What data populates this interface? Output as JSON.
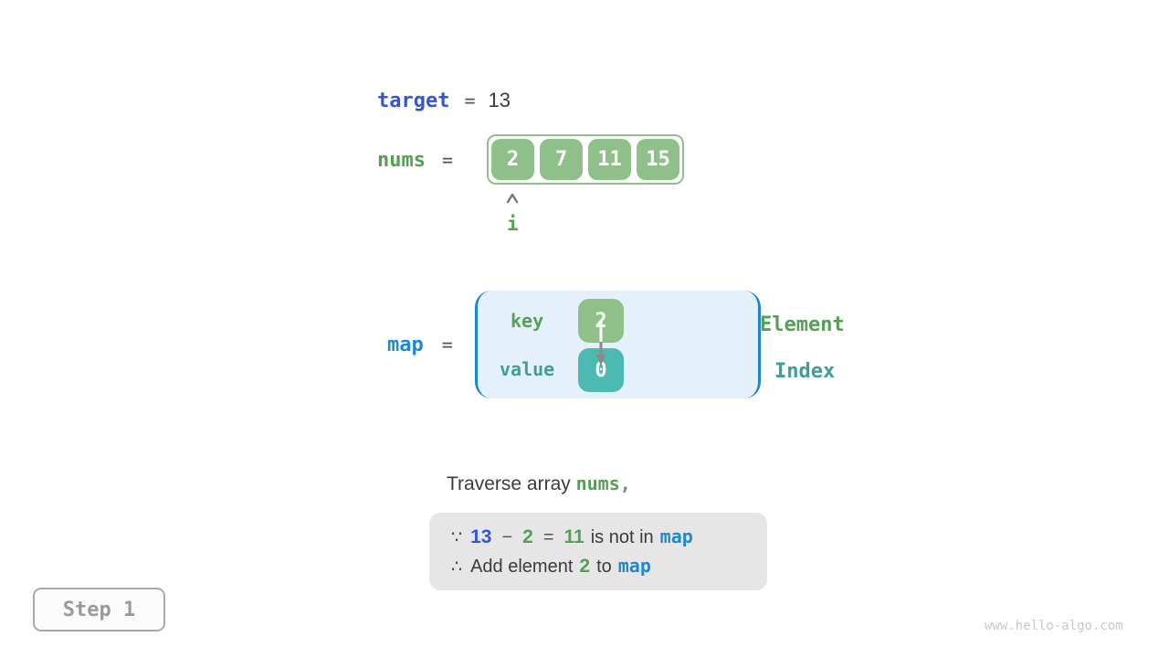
{
  "target": {
    "label": "target",
    "equals": "=",
    "value": "13"
  },
  "nums": {
    "label": "nums",
    "equals": "=",
    "values": [
      "2",
      "7",
      "11",
      "15"
    ],
    "pointer_label": "i"
  },
  "map": {
    "label": "map",
    "equals": "=",
    "key_label": "key",
    "value_label": "value",
    "key_value": "2",
    "value_value": "0",
    "element_label": "Element",
    "index_label": "Index"
  },
  "caption": {
    "prefix": "Traverse array ",
    "code": "nums",
    "suffix": ","
  },
  "note": {
    "line1": {
      "because_symbol": "∵",
      "minuend": "13",
      "minus": "−",
      "subtrahend": "2",
      "equals": "=",
      "difference": "11",
      "text": "is not in",
      "map_code": "map"
    },
    "line2": {
      "therefore_symbol": "∴",
      "text1": "Add element",
      "number": "2",
      "text2": "to",
      "map_code": "map"
    }
  },
  "step": {
    "label": "Step 1"
  },
  "watermark": "www.hello-algo.com",
  "colors": {
    "royal_blue": "#3355d8",
    "bright_blue": "#1e88d2",
    "green_text": "#55a055",
    "green_fill": "#8fc08a",
    "teal_text": "#409d9a",
    "teal_fill": "#4cb9b2",
    "map_box_fill": "#e4f1fa",
    "map_box_border": "#1d86cf",
    "note_box_fill": "#e6e6e6",
    "dark_text": "#3b3b3b",
    "arrow_gray": "#8a8a8a",
    "step_gray": "#9a9a9a",
    "watermark_gray": "#c9c9c9"
  }
}
